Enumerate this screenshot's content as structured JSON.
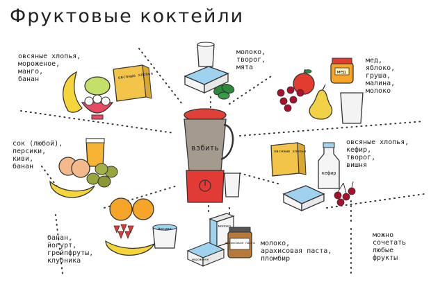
{
  "title": "Фруктовые коктейли",
  "blender": {
    "label": "взбить"
  },
  "package_labels": {
    "oats": "овсяные хлопья",
    "oats2": "овсяные хлопья",
    "honey": "мед",
    "kefir": "кефир",
    "yogurt": "йогурт",
    "milk": "молоко",
    "peanut": "арахисовая паста",
    "icecream": "мороженое"
  },
  "recipes": [
    {
      "id": "r1",
      "text": "овсяные хлопья,\nмороженое,\nманго,\nбанан"
    },
    {
      "id": "r2",
      "text": "молоко,\nтворог,\nмята"
    },
    {
      "id": "r3",
      "text": "мед,\nяблоко,\nгруша,\nмалина,\nмолоко"
    },
    {
      "id": "r4",
      "text": "сок (любой),\nперсики,\nкиви,\nбанан"
    },
    {
      "id": "r5",
      "text": "овсяные хлопья,\nкефир,\nтворог,\nвишня"
    },
    {
      "id": "r6",
      "text": "банан,\nйогурт,\nгрейпфруты,\nклубника"
    },
    {
      "id": "r7",
      "text": "молоко,\nарахисовая паста,\nпломбир"
    },
    {
      "id": "r8",
      "text": "можно\nсочетать\nлюбые\nфрукты"
    }
  ],
  "colors": {
    "blender_lid": "#e0403a",
    "blender_jar": "#a59a8e",
    "blender_base": "#e23a35",
    "banana": "#f6d53b",
    "orange": "#f7a529",
    "peach": "#f3b98a",
    "kiwi": "#9aa63c",
    "mango": "#c3e06a",
    "apple": "#e23b2f",
    "pear": "#f1d246",
    "raspberry": "#a8102b",
    "butter": "#9fd2ee",
    "mint": "#2d8a3a",
    "juice": "#f6b334",
    "oats_box": "#f2c44a"
  }
}
